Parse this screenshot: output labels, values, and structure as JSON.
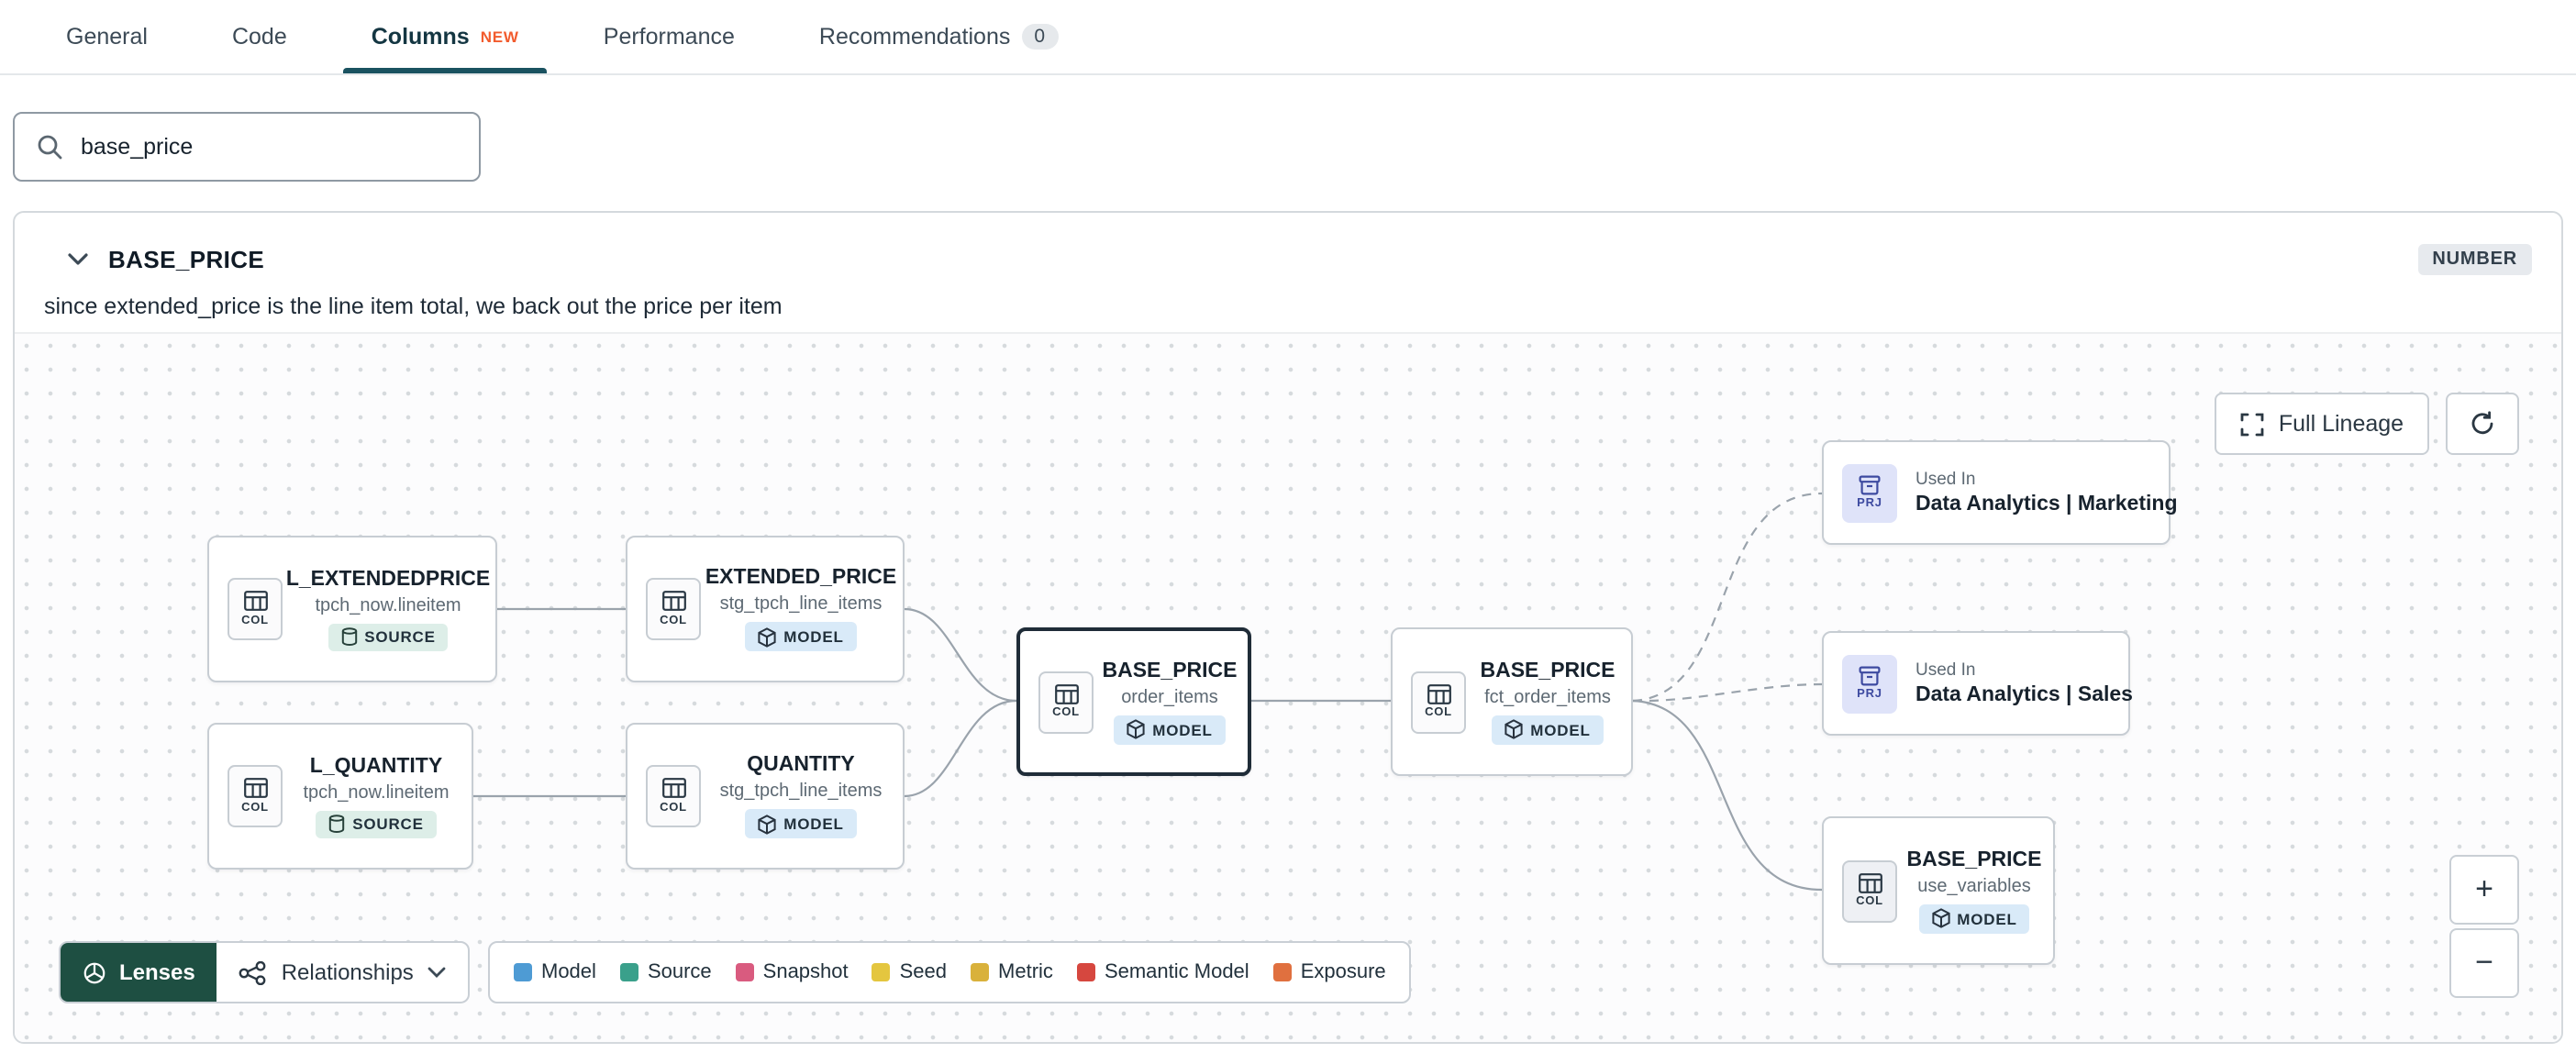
{
  "tabs": [
    {
      "label": "General"
    },
    {
      "label": "Code"
    },
    {
      "label": "Columns",
      "badge": "NEW"
    },
    {
      "label": "Performance"
    },
    {
      "label": "Recommendations",
      "count": "0"
    }
  ],
  "search": {
    "value": "base_price"
  },
  "column_panel": {
    "name": "BASE_PRICE",
    "type_badge": "NUMBER",
    "description": "since extended_price is the line item total, we back out the price per item"
  },
  "lineage": {
    "buttons": {
      "full_lineage": "Full Lineage",
      "lenses": "Lenses",
      "relationships": "Relationships",
      "zoom_in": "+",
      "zoom_out": "−"
    },
    "nodes": [
      {
        "icon": "COL",
        "title": "L_EXTENDEDPRICE",
        "subtitle": "tpch_now.lineitem",
        "badge": "SOURCE"
      },
      {
        "icon": "COL",
        "title": "EXTENDED_PRICE",
        "subtitle": "stg_tpch_line_items",
        "badge": "MODEL"
      },
      {
        "icon": "COL",
        "title": "L_QUANTITY",
        "subtitle": "tpch_now.lineitem",
        "badge": "SOURCE"
      },
      {
        "icon": "COL",
        "title": "QUANTITY",
        "subtitle": "stg_tpch_line_items",
        "badge": "MODEL"
      },
      {
        "icon": "COL",
        "title": "BASE_PRICE",
        "subtitle": "order_items",
        "badge": "MODEL"
      },
      {
        "icon": "COL",
        "title": "BASE_PRICE",
        "subtitle": "fct_order_items",
        "badge": "MODEL"
      },
      {
        "icon": "PRJ",
        "used_in": "Used In",
        "title": "Data Analytics | Marketing"
      },
      {
        "icon": "PRJ",
        "used_in": "Used In",
        "title": "Data Analytics | Sales"
      },
      {
        "icon": "COL",
        "title": "BASE_PRICE",
        "subtitle": "use_variables",
        "badge": "MODEL"
      }
    ],
    "legend": [
      {
        "label": "Model",
        "color": "#4e9bd4"
      },
      {
        "label": "Source",
        "color": "#3aa08b"
      },
      {
        "label": "Snapshot",
        "color": "#d95b7f"
      },
      {
        "label": "Seed",
        "color": "#e4c63f"
      },
      {
        "label": "Metric",
        "color": "#d9b13b"
      },
      {
        "label": "Semantic Model",
        "color": "#d6473f"
      },
      {
        "label": "Exposure",
        "color": "#e0703f"
      }
    ]
  }
}
